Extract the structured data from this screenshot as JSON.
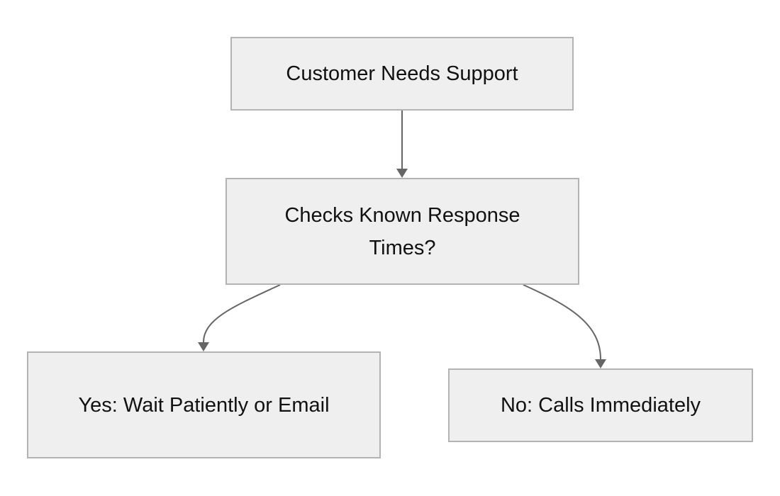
{
  "diagram": {
    "type": "flowchart",
    "direction": "top-down",
    "colors": {
      "node_fill": "#efefef",
      "node_border": "#b3b3b3",
      "edge": "#666666",
      "text": "#111111",
      "background": "#ffffff"
    },
    "nodes": {
      "start": {
        "label": "Customer Needs Support"
      },
      "check": {
        "label": "Checks Known Response Times?"
      },
      "yes": {
        "label": "Yes: Wait Patiently or Email"
      },
      "no": {
        "label": "No: Calls Immediately"
      }
    },
    "edges": [
      {
        "from": "start",
        "to": "check"
      },
      {
        "from": "check",
        "to": "yes"
      },
      {
        "from": "check",
        "to": "no"
      }
    ]
  }
}
